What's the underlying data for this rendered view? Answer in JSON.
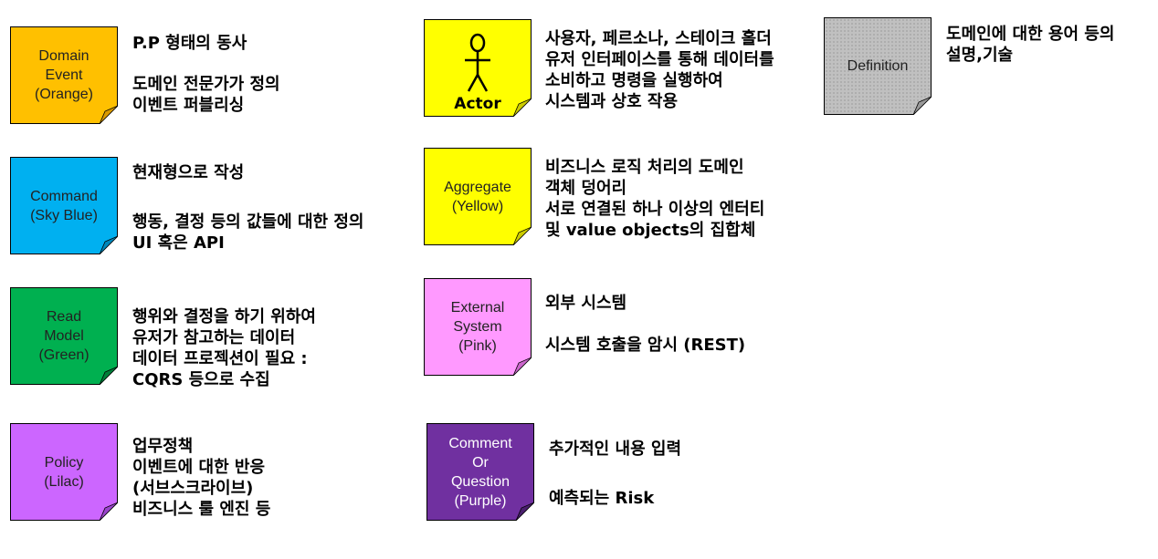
{
  "cards": {
    "domain_event": {
      "label": "Domain\nEvent\n(Orange)",
      "color": "#FFC000",
      "desc": [
        "P.P 형태의 동사",
        "도메인 전문가가 정의",
        "이벤트 퍼블리싱"
      ]
    },
    "command": {
      "label": "Command\n(Sky Blue)",
      "color": "#00B0F0",
      "desc": [
        "현재형으로 작성",
        "행동, 결정 등의 값들에 대한 정의",
        "UI 혹은 API"
      ]
    },
    "read_model": {
      "label": "Read\nModel\n(Green)",
      "color": "#00B050",
      "desc": [
        "행위와 결정을 하기 위하여",
        "유저가 참고하는 데이터",
        "데이터 프로젝션이 필요 :",
        "CQRS 등으로 수집"
      ]
    },
    "policy": {
      "label": "Policy\n(Lilac)",
      "color": "#CC66FF",
      "desc": [
        "업무정책",
        "이벤트에 대한 반응",
        "(서브스크라이브)",
        "비즈니스 룰 엔진 등"
      ]
    },
    "actor": {
      "label": "Actor",
      "color": "#FFFF00",
      "desc": [
        "사용자, 페르소나, 스테이크 홀더",
        "유저 인터페이스를 통해 데이터를",
        "소비하고 명령을 실행하여",
        "시스템과 상호 작용"
      ]
    },
    "aggregate": {
      "label": "Aggregate\n(Yellow)",
      "color": "#FFFF00",
      "desc": [
        "비즈니스 로직 처리의 도메인",
        "객체 덩어리",
        "서로 연결된 하나 이상의 엔터티",
        "및 value objects의 집합체"
      ]
    },
    "external_system": {
      "label": "External\nSystem\n(Pink)",
      "color": "#FF99FF",
      "desc": [
        "외부 시스템",
        "시스템 호출을 암시 (REST)"
      ]
    },
    "comment": {
      "label": "Comment\nOr\nQuestion\n(Purple)",
      "color": "#7030A0",
      "desc": [
        "추가적인 내용 입력",
        "예측되는 Risk"
      ]
    },
    "definition": {
      "label": "Definition",
      "color": "#C0C0C0",
      "desc": [
        "도메인에 대한 용어 등의",
        "설명,기술"
      ]
    }
  }
}
